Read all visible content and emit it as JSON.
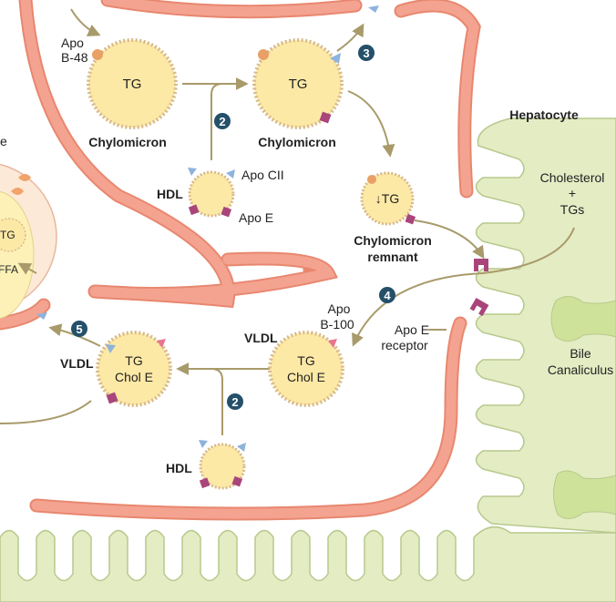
{
  "labels": {
    "hepatocyte": "Hepatocyte",
    "apo_b48_line1": "Apo",
    "apo_b48_line2": "B-48",
    "tg_1": "TG",
    "tg_2": "TG",
    "chylomicron_1": "Chylomicron",
    "chylomicron_2": "Chylomicron",
    "hdl_1": "HDL",
    "hdl_2": "HDL",
    "apo_cii": "Apo CII",
    "apo_e": "Apo E",
    "reduced_tg": "↓TG",
    "chylo_remnant_line1": "Chylomicron",
    "chylo_remnant_line2": "remnant",
    "cholesterol_line1": "Cholesterol",
    "cholesterol_line2": "+",
    "cholesterol_line3": "TGs",
    "apo_b100_line1": "Apo",
    "apo_b100_line2": "B-100",
    "vldl_1": "VLDL",
    "vldl_2": "VLDL",
    "vldl_tg_1": "TG",
    "vldl_chol_1": "Chol E",
    "vldl_tg_2": "TG",
    "vldl_chol_2": "Chol E",
    "apo_e_receptor_line1": "Apo E",
    "apo_e_receptor_line2": "receptor",
    "bile_line1": "Bile",
    "bile_line2": "Canaliculus",
    "partial_e": "e",
    "partial_tg": "TG",
    "partial_ffa": "FFA"
  },
  "badges": [
    "2",
    "3",
    "4",
    "2",
    "5"
  ],
  "colors": {
    "lipoprotein_fill": "#fde9a6",
    "lipoprotein_dots": "#d7b98c",
    "vessel": "#f4a391",
    "vessel_edge": "#e8876f",
    "hepatocyte": "#e4ecc4",
    "hepatocyte_edge": "#b7c98c",
    "bile": "#cfe29a",
    "arrow": "#a89a6a",
    "badge": "#24506a",
    "apo_blue": "#8eb3dc",
    "apo_pink": "#e9748e",
    "apo_e_purple": "#a9457a",
    "apo_b48_orange": "#e9a066"
  }
}
